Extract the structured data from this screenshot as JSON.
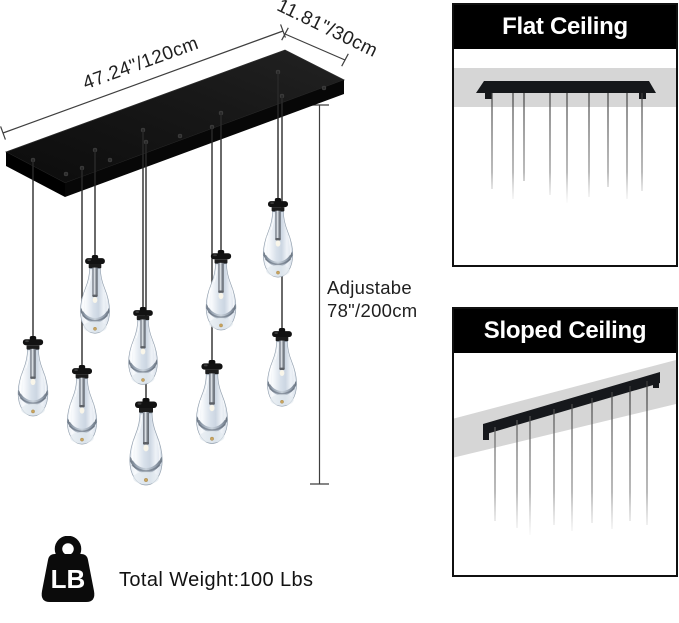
{
  "dimensions": {
    "width": "47.24\"/120cm",
    "depth": "11.81\"/30cm",
    "adjustable_line1": "Adjustabe",
    "adjustable_line2": "78\"/200cm"
  },
  "weight": {
    "icon_label": "LB",
    "text": "Total Weight:100 Lbs"
  },
  "panels": {
    "flat_title": "Flat Ceiling",
    "sloped_title": "Sloped Ceiling"
  },
  "colors": {
    "canopy_black": "#141414",
    "ceiling_gray": "#d6d6d6",
    "glass_tint": "#d9e2ec",
    "gold_accent": "#c9a45e",
    "dimension_line": "#3f3f3f"
  },
  "icons": {
    "weight_icon": "weight-lb-icon"
  }
}
